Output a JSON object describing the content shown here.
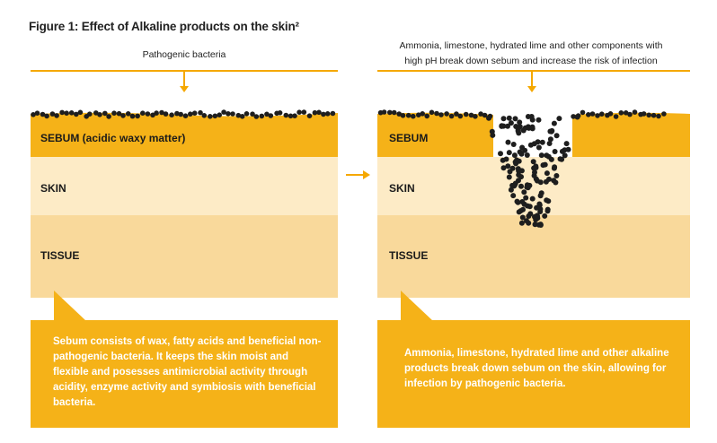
{
  "figure": {
    "title": "Figure 1: Effect of Alkaline products on the skin²"
  },
  "left_panel": {
    "caption": "Pathogenic bacteria",
    "layers": {
      "sebum": "SEBUM (acidic waxy matter)",
      "skin": "SKIN",
      "tissue": "TISSUE"
    },
    "callout": "Sebum consists of wax, fatty acids and beneficial non-pathogenic bacteria. It keeps the skin moist and flexible and posesses antimicrobial activity through acidity, enzyme activity and symbiosis with beneficial bacteria."
  },
  "right_panel": {
    "caption_line1": "Ammonia, limestone, hydrated lime and other components with",
    "caption_line2": "high pH break down sebum and increase the risk of infection",
    "layers": {
      "sebum": "SEBUM",
      "skin": "SKIN",
      "tissue": "TISSUE"
    },
    "callout": "Ammonia, limestone, hydrated lime and other alkaline products break down sebum on the skin, allowing for infection by pathogenic bacteria."
  },
  "colors": {
    "sebum": "#f5b218",
    "skin": "#fdebc6",
    "tissue": "#f9d99b",
    "accent": "#f5a800",
    "bacteria": "#1e1e1e"
  },
  "icons": {
    "transition": "right-arrow-icon",
    "pointer": "down-arrow-icon"
  }
}
